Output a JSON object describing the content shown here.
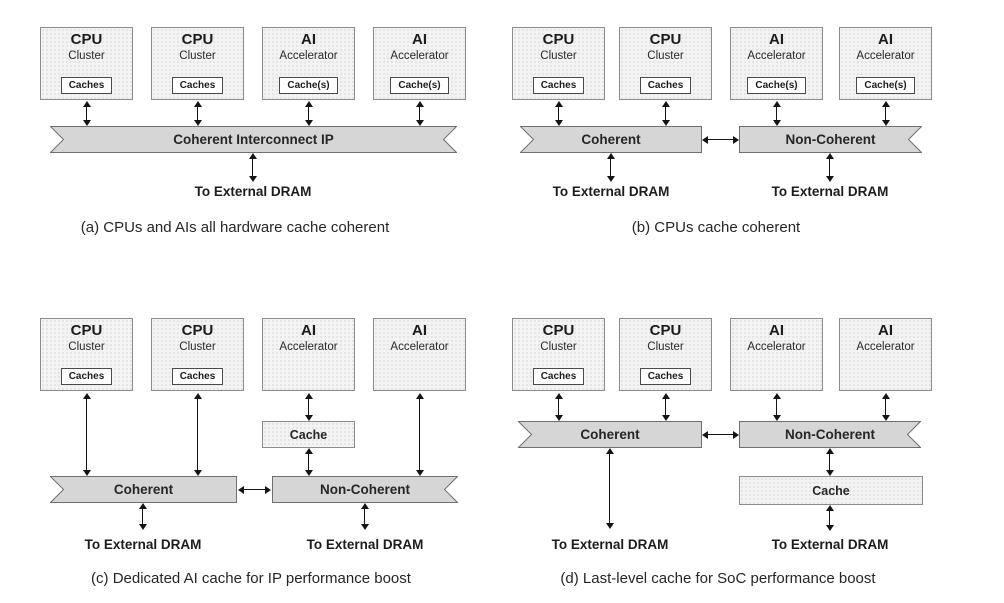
{
  "figure": "SoC cache coherency architecture options",
  "colors": {
    "background": "#ffffff",
    "unit_fill": "#f3f3f3",
    "unit_border": "#8c8c8c",
    "ribbon_fill": "#d6d6d6",
    "ribbon_border": "#6f6f6f",
    "chip_fill": "#ffffff",
    "chip_border": "#4a4a4a",
    "arrow": "#141414",
    "text": "#262626"
  },
  "panels": [
    {
      "caption": "(a) CPUs and AIs all hardware cache coherent",
      "units": [
        {
          "title": "CPU",
          "subtitle": "Cluster",
          "cache": "Caches"
        },
        {
          "title": "CPU",
          "subtitle": "Cluster",
          "cache": "Caches"
        },
        {
          "title": "AI",
          "subtitle": "Accelerator",
          "cache": "Cache(s)"
        },
        {
          "title": "AI",
          "subtitle": "Accelerator",
          "cache": "Cache(s)"
        }
      ],
      "interconnects": [
        {
          "label": "Coherent Interconnect IP",
          "type": "coherent"
        }
      ],
      "dram_labels": [
        "To External DRAM"
      ]
    },
    {
      "caption": "(b) CPUs cache coherent",
      "units": [
        {
          "title": "CPU",
          "subtitle": "Cluster",
          "cache": "Caches"
        },
        {
          "title": "CPU",
          "subtitle": "Cluster",
          "cache": "Caches"
        },
        {
          "title": "AI",
          "subtitle": "Accelerator",
          "cache": "Cache(s)"
        },
        {
          "title": "AI",
          "subtitle": "Accelerator",
          "cache": "Cache(s)"
        }
      ],
      "interconnects": [
        {
          "label": "Coherent",
          "type": "coherent"
        },
        {
          "label": "Non-Coherent",
          "type": "non-coherent"
        }
      ],
      "dram_labels": [
        "To External DRAM",
        "To External DRAM"
      ]
    },
    {
      "caption": "(c) Dedicated AI cache for IP performance boost",
      "units": [
        {
          "title": "CPU",
          "subtitle": "Cluster",
          "cache": "Caches"
        },
        {
          "title": "CPU",
          "subtitle": "Cluster",
          "cache": "Caches"
        },
        {
          "title": "AI",
          "subtitle": "Accelerator"
        },
        {
          "title": "AI",
          "subtitle": "Accelerator"
        }
      ],
      "ai_cache_label": "Cache",
      "interconnects": [
        {
          "label": "Coherent",
          "type": "coherent"
        },
        {
          "label": "Non-Coherent",
          "type": "non-coherent"
        }
      ],
      "dram_labels": [
        "To External DRAM",
        "To External DRAM"
      ]
    },
    {
      "caption": "(d) Last-level cache for SoC performance boost",
      "units": [
        {
          "title": "CPU",
          "subtitle": "Cluster",
          "cache": "Caches"
        },
        {
          "title": "CPU",
          "subtitle": "Cluster",
          "cache": "Caches"
        },
        {
          "title": "AI",
          "subtitle": "Accelerator"
        },
        {
          "title": "AI",
          "subtitle": "Accelerator"
        }
      ],
      "llc_label": "Cache",
      "interconnects": [
        {
          "label": "Coherent",
          "type": "coherent"
        },
        {
          "label": "Non-Coherent",
          "type": "non-coherent"
        }
      ],
      "dram_labels": [
        "To External DRAM",
        "To External DRAM"
      ]
    }
  ]
}
